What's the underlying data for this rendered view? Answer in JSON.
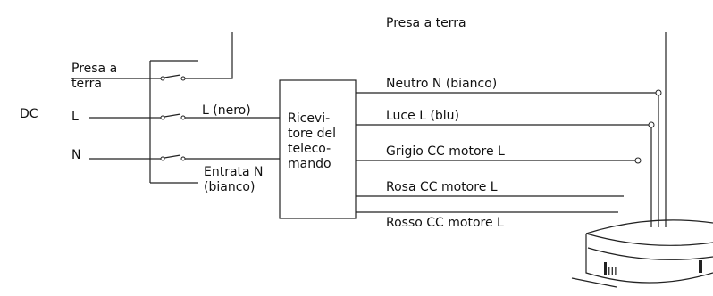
{
  "diagram": {
    "source_label": "DC",
    "input_labels": {
      "ground": [
        "Presa a",
        "terra"
      ],
      "line": "L",
      "neutral": "N"
    },
    "switch_labels": {
      "line_out": "L (nero)",
      "neutral_in": [
        "Entrata N",
        "(bianco)"
      ]
    },
    "receiver_label": [
      "Ricevi-",
      "tore del",
      "teleco-",
      "mando"
    ],
    "top_ground_label": "Presa a terra",
    "output_wires": [
      "Neutro N (bianco)",
      "Luce L (blu)",
      "Grigio CC motore L",
      "Rosa CC motore L",
      "Rosso CC motore L"
    ],
    "fixture_mark": "III"
  }
}
